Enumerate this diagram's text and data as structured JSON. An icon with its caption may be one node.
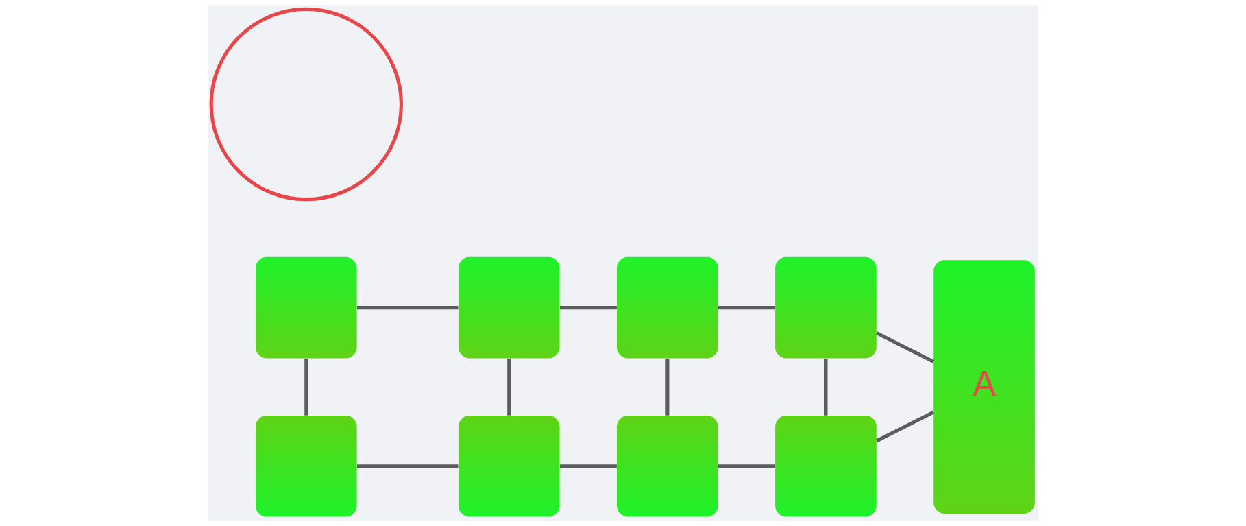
{
  "diagram": {
    "nodes": [
      {
        "text": [],
        "shape": "box"
      },
      {
        "text": [],
        "shape": "box"
      },
      {
        "text": [],
        "shape": "box"
      },
      {
        "text": [],
        "shape": "box"
      },
      {
        "text": [
          "A"
        ]
      },
      {
        "text": [],
        "shape": "box"
      },
      {
        "text": [],
        "shape": "box"
      },
      {
        "text": [],
        "shape": "box"
      },
      {
        "text": [],
        "shape": "box"
      },
      {
        "text": [],
        "shape": "circle"
      }
    ],
    "edges": [
      {
        "from": 0,
        "to": 1,
        "arrow": "none"
      },
      {
        "from": 1,
        "to": 2,
        "arrow": "none"
      },
      {
        "from": 2,
        "to": 3,
        "arrow": "none"
      },
      {
        "from": 3,
        "to": 4,
        "arrow": "none"
      },
      {
        "from": 0,
        "to": 5,
        "arrow": "none"
      },
      {
        "from": 1,
        "to": 6,
        "arrow": "none"
      },
      {
        "from": 2,
        "to": 7,
        "arrow": "none"
      },
      {
        "from": 3,
        "to": 8,
        "arrow": "none"
      },
      {
        "from": 5,
        "to": 6,
        "arrow": "none"
      },
      {
        "from": 6,
        "to": 7,
        "arrow": "none"
      },
      {
        "from": 7,
        "to": 8,
        "arrow": "none"
      },
      {
        "from": 8,
        "to": 4,
        "arrow": "none"
      }
    ]
  }
}
